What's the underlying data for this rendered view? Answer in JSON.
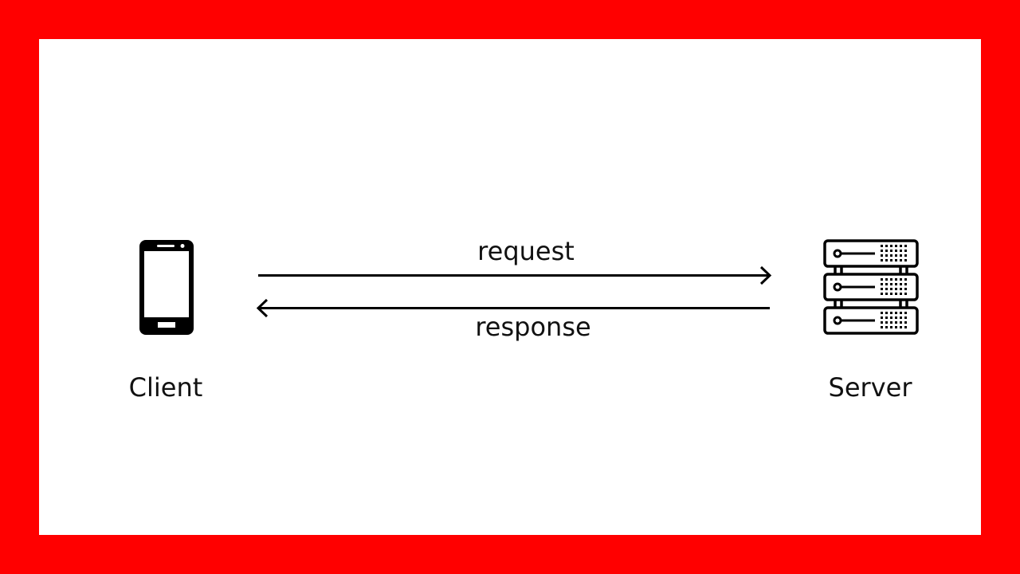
{
  "frame_color": "#ff0000",
  "background_color": "#ffffff",
  "nodes": {
    "client": {
      "label": "Client",
      "icon": "smartphone-icon"
    },
    "server": {
      "label": "Server",
      "icon": "server-rack-icon"
    }
  },
  "edges": {
    "request": {
      "label": "request",
      "from": "Client",
      "to": "Server"
    },
    "response": {
      "label": "response",
      "from": "Server",
      "to": "Client"
    }
  }
}
